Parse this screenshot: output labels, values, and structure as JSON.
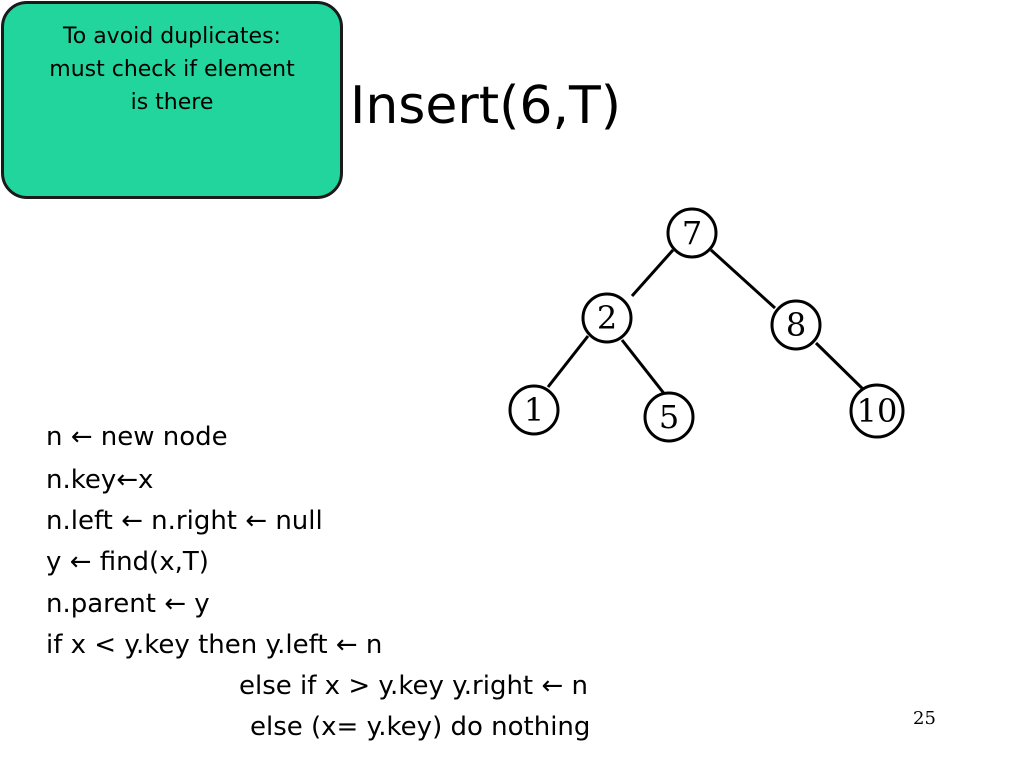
{
  "slide": {
    "title": "Insert(6,T)",
    "page_number": "25"
  },
  "callout": {
    "lines": [
      "To avoid duplicates:",
      "must check if element",
      "is there"
    ],
    "fill_color": "#22d59c"
  },
  "tree": {
    "nodes": [
      {
        "id": "n7",
        "label": "7"
      },
      {
        "id": "n2",
        "label": "2"
      },
      {
        "id": "n8",
        "label": "8"
      },
      {
        "id": "n1",
        "label": "1"
      },
      {
        "id": "n5",
        "label": "5"
      },
      {
        "id": "n10",
        "label": "10"
      }
    ],
    "edges": [
      {
        "from": "n7",
        "to": "n2"
      },
      {
        "from": "n7",
        "to": "n8"
      },
      {
        "from": "n2",
        "to": "n1"
      },
      {
        "from": "n2",
        "to": "n5"
      },
      {
        "from": "n8",
        "to": "n10"
      }
    ]
  },
  "code": {
    "lines": [
      "n ← new node",
      "n.key←x",
      "n.left ← n.right ← null",
      "y ← find(x,T)",
      "n.parent ← y",
      "if  x < y.key then y.left ← n",
      "else if  x > y.key   y.right ← n",
      "else (x= y.key) do nothing"
    ]
  }
}
